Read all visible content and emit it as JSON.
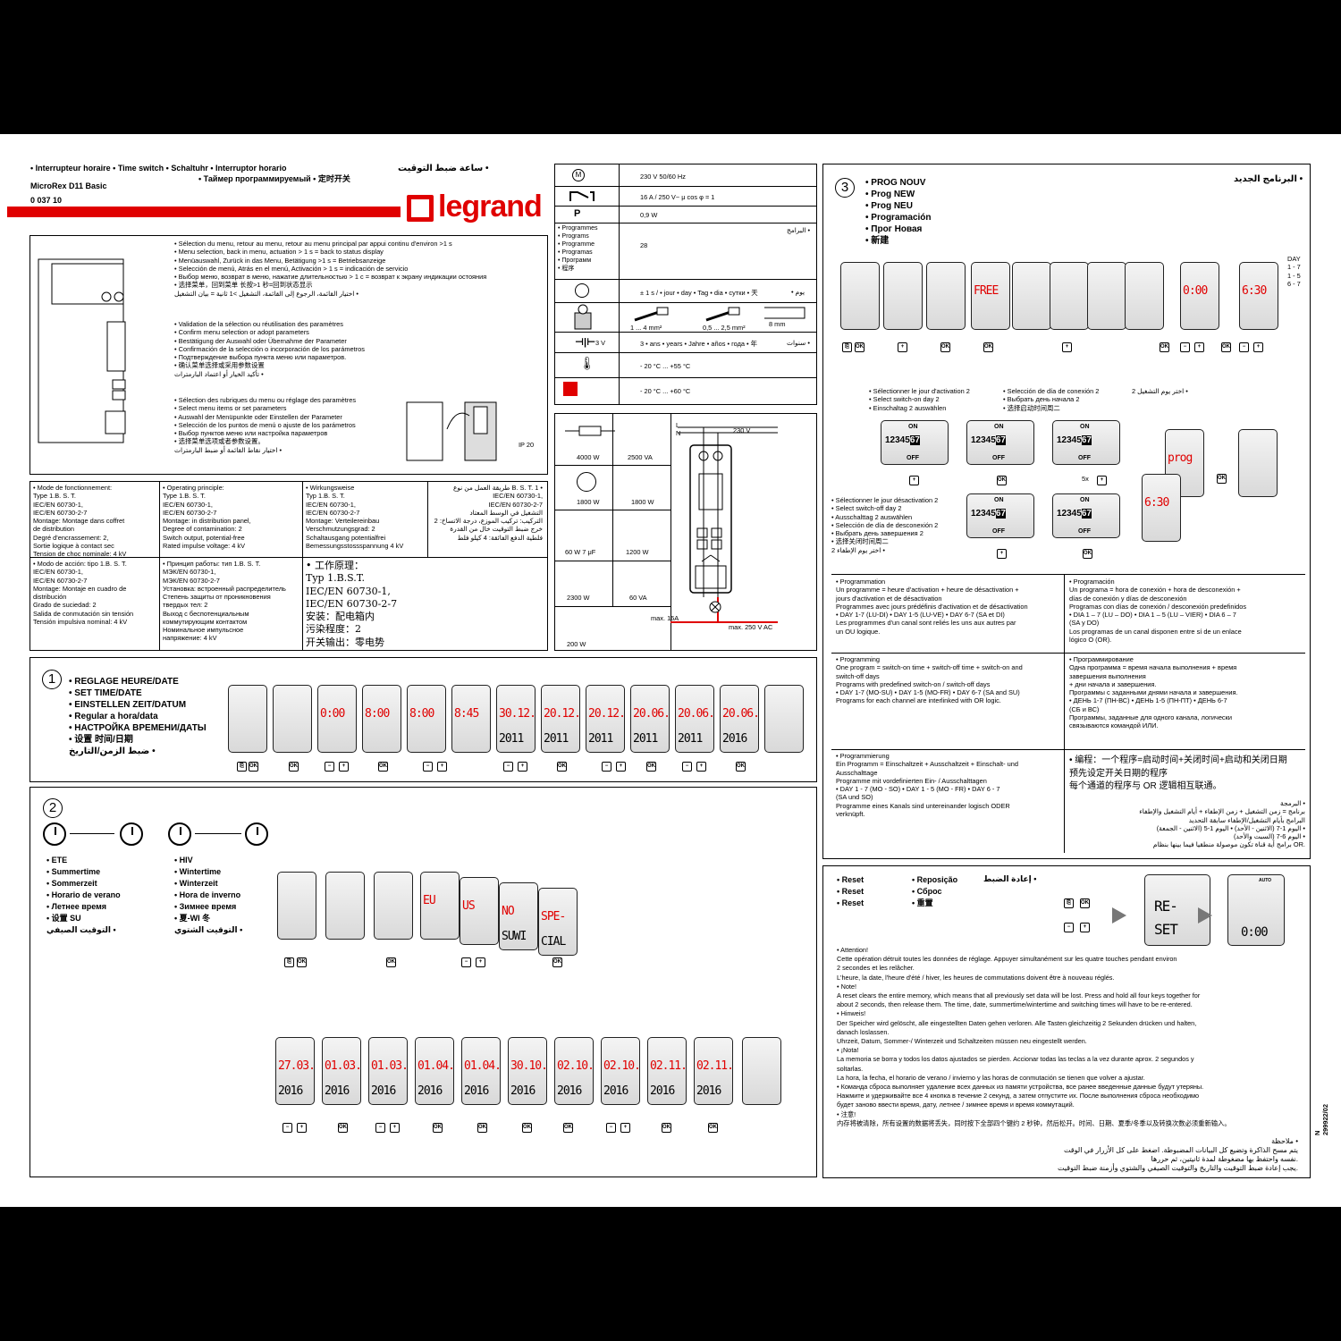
{
  "header": {
    "titles_line1": "• Interrupteur horaire   • Time switch   • Schaltuhr   • Interruptor horario",
    "titles_line2": "• Таймер программируемый   • 定时开关",
    "titles_arabic": "ساعة ضبط التوقيت •",
    "model": "MicroRex D11 Basic",
    "ref": "0 037 10",
    "brand": "legrand"
  },
  "intro": {
    "menu_select": "• Sélection du menu, retour au menu, retour au menu principal par appui continu d'environ >1 s\n• Menu selection, back in menu, actuation > 1 s = back to status display\n• Menüauswahl, Zurück in das Menu, Betätigung >1 s = Betriebsanzeige\n• Selección de menú, Atrás en el menú, Activación > 1 s = indicación de servicio\n• Выбор меню, возврат в меню, нажатие длительностью > 1 с = возврат к экрану индикации остояния\n• 选择菜单，回到菜单 长按>1 秒=回到状态显示\nاختيار القائمة، الرجوع إلى القائمة، التشغيل >1 ثانية = بيان التشغيل •",
    "menu_confirm": "• Validation de la sélection ou réutilisation des paramètres\n• Confirm menu selection or adopt parameters\n• Bestätigung der Auswahl oder Übernahme der Parameter\n• Confirmación de la selección o incorporación de los parámetros\n• Подтверждение выбора пункта меню или параметров.\n• 确认菜单选择或采用参数设置\nتأكيد الخيار أو اعتماد البارمترات •",
    "menu_items": "• Sélection des rubriques du menu ou réglage des paramètres\n• Select menu items or set parameters\n• Auswahl der Menüpunkte oder Einstellen der Parameter\n• Selección de los puntos de menú o ajuste de los parámetros\n• Выбор пунктов меню или настройка параметров\n• 选择菜单选项或者参数设置。\nاختيار نقاط القائمة أو ضبط البارمترات •",
    "ip": "IP 20"
  },
  "modes": {
    "fr": "• Mode de fonctionnement:\n  Type 1.B. S. T.\n  IEC/EN 60730-1,\n  IEC/EN 60730-2-7\n  Montage: Montage dans coffret\n  de distribution\n  Degré d'encrassement: 2,\n  Sortie logique à contact sec\n  Tension de choc nominale: 4 kV",
    "en": "• Operating principle:\n  Type 1.B. S. T.\n  IEC/EN 60730-1,\n  IEC/EN 60730-2-7\n  Montage: in distribution panel,\n  Degree of contamination: 2\n  Switch output, potential-free\n  Rated impulse voltage: 4 kV",
    "de": "• Wirkungsweise\n  Typ 1.B. S. T.\n  IEC/EN 60730-1,\n  IEC/EN 60730-2-7\n  Montage: Verteilereinbau\n  Verschmutzungsgrad: 2\n  Schaltausgang potentialfrei\n  Bemessungsstossspannung 4 kV",
    "ar": "طريقة العمل من نوع B. S. T. 1 •\nIEC/EN 60730-1,\nIEC/EN 60730-2-7\nالتشغيل في الوسط المعتاد\nالتركيب: تركيب الموزع، درجة الاتساخ: 2\nخرج ضبط التوقيت خال من القدرة\nفلطية الدفع الفائقة: 4 كيلو فلط",
    "es": "• Modo de acción: tipo 1.B. S. T.\n  IEC/EN 60730-1,\n  IEC/EN 60730-2-7\n  Montage: Montaje en cuadro de\n  distribución\n  Grado de suciedad: 2\n  Salida de conmutación sin tensión\n  Tensión impulsiva nominal: 4 kV",
    "ru": "• Принцип работы: тип 1.B. S. T.\n  МЭК/EN 60730-1,\n  МЭК/EN 60730-2-7\n  Установка: встроенный распределитель\n  Степень защиты от проникновения\n  твердых тел: 2\n  Выход с беспотенциальным\n  коммутирующим контактом\n  Номинальное импульсное\n  напряжение: 4 kV",
    "zh": "• 工作原理：\n  Typ 1.B.S.T.\n  IEC/EN 60730-1,\n  IEC/EN 60730-2-7\n  安装：配电箱内\n  污染程度：2\n  开关输出：零电势"
  },
  "specs": {
    "supply": "230 V 50/60 Hz",
    "contact": "16 A / 250 V~ μ cos φ = 1",
    "p_label": "P",
    "power": "0,9 W",
    "programmes_label": "• Programmes\n• Programs\n• Programme\n• Programas\n• Программ\n• 程序",
    "programmes_ar": "البرامج •",
    "programmes": "28",
    "accuracy": "± 1 s / • jour • day • Tag • dia • сутки • 天",
    "accuracy_ar": "• يوم",
    "wire1": "1 ... 4 mm²",
    "wire2": "0,5 ... 2,5 mm²",
    "strip": "8 mm",
    "battery_v": "3 V",
    "reserve": "3 • ans • years • Jahre • años • года • 年",
    "reserve_ar": "سنوات •",
    "temp_op": "- 20 °C ... +55 °C",
    "temp_st": "- 20 °C ... +60 °C"
  },
  "loads": {
    "r1": "4000 W",
    "r2": "2500 VA",
    "r3": "1800 W",
    "r4": "1800 W",
    "r5": "60 W  7 μF",
    "r6": "1200 W",
    "r7": "2300 W",
    "r8": "60 VA",
    "r9": "200 W",
    "mains": "230 V",
    "l": "L",
    "n": "N",
    "fuse": "max. 16A",
    "lamp": "max. 250 V AC"
  },
  "section1": {
    "num": "1",
    "titles": "• REGLAGE HEURE/DATE\n• SET  TIME/DATE\n• EINSTELLEN  ZEIT/DATUM\n• Regular a hora/data\n• НАСТРОЙКА ВРЕМЕНИ/ДАТЫ\n• 设置  时间/日期\nضبط الزمن/التاريخ •",
    "displays": [
      "",
      "",
      "0:00",
      "8:00",
      "8:00",
      "8:45",
      "30.12.",
      "20.12.",
      "20.12.",
      "20.06.",
      "20.06.",
      "20.06.",
      ""
    ],
    "years": [
      "",
      "",
      "",
      "",
      "",
      "",
      "2011",
      "2011",
      "2011",
      "2011",
      "2011",
      "2016",
      ""
    ]
  },
  "section2": {
    "num": "2",
    "summer": "• ETE\n• Summertime\n• Sommerzeit\n• Horario de verano\n• Летнее время\n• 设置 SU\nالتوقيت الصيفي •",
    "winter": "• HIV\n• Wintertime\n• Winterzeit\n• Hora de inverno\n• Зимнее время\n• 夏-WI 冬\nالتوقيت الشتوي •",
    "modes": [
      "EU",
      "US",
      "NO",
      "SPE-"
    ],
    "row2": [
      "27.03.",
      "01.03.",
      "01.03.",
      "01.04.",
      "01.04.",
      "30.10.",
      "02.10.",
      "02.10.",
      "02.11.",
      "02.11."
    ],
    "su": "SU",
    "wi": "WI"
  },
  "section3": {
    "num": "3",
    "titles": "• PROG  NOUV\n• Prog  NEW\n• Prog  NEU\n• Programación\n• Прог Новая\n• 新建",
    "title_ar": "البرنامج الجديد •",
    "day_opts": "DAY\n1 - 7\n1 - 5\n6 - 7",
    "day2_on": "• Sélectionner le jour d'activation 2\n• Select switch-on day 2\n• Einschaltag 2 auswählen",
    "day2_on_es": "• Selección de día de conexión 2\n• Выбрать день начала 2\n• 选择启动时间周二",
    "day2_on_ar": "اختر يوم التشغيل 2 •",
    "day2_off": "• Sélectionner le jour désactivation 2\n• Select switch-off day 2\n• Ausschalttag 2 auswählen\n• Selección de día de desconexión 2\n• Выбрать день завершения 2\n• 选择关闭时间周二\nاختر يوم الإطفاء 2 •",
    "times5x": "5x",
    "free": "FREE",
    "prog_fr": "• Programmation\n  Un programme = heure d'activation + heure de désactivation +\n  jours d'activation et de désactivation\n  Programmes avec jours prédéfinis d'activation et de désactivation\n  • DAY 1-7 (LU-DI) • DAY 1-5 (LU-VE) • DAY 6-7 (SA et DI)\n  Les programmes d'un canal sont reliés les uns aux autres par\n  un OU logique.",
    "prog_es": "• Programación\n  Un programa = hora de conexión + hora de desconexión +\n  días de conexión y días de desconexión\n  Programas con días de conexión / desconexión predefinidos\n  • DIA 1 – 7 (LU – DO) • DIA 1 – 5 (LU – VIER) • DIA 6 – 7\n  (SA y DO)\n  Los programas de un canal disponen entre sí de un enlace\n  lógico O (OR).",
    "prog_en": "• Programming\n  One program = switch-on time + switch-off time + switch-on and\n  switch-off days\n  Programs with predefined switch-on / switch-off days\n  • DAY 1-7 (MO-SU) • DAY 1-5 (MO-FR) • DAY 6-7 (SA and SU)\n  Programs for each channel are interlinked with OR logic.",
    "prog_ru": "• Программирование\n  Одна программа = время начала выполнения + время\n  завершения выполнения\n  + дни начала и завершения.\n  Программы с заданными днями начала и завершения.\n  • ДЕНЬ 1-7 (ПН-ВС) • ДЕНЬ 1-5 (ПН-ПТ) • ДЕНЬ 6-7\n  (СБ и ВС)\n  Программы, заданные для одного канала, логически\n  связываются командой ИЛИ.",
    "prog_de": "• Programmierung\n  Ein Programm = Einschaltzeit + Ausschaltzeit + Einschalt- und\n  Ausschalttage\n  Programme mit vordefinierten Ein- / Ausschalttagen\n  • DAY 1 - 7 (MO - SO) • DAY 1 - 5 (MO - FR) • DAY 6 - 7\n  (SA und SO)\n  Programme eines Kanals sind untereinander logisch ODER\n  verknüpft.",
    "prog_zh": "• 编程：一个程序=启动时间+关闭时间+启动和关闭日期\n  预先设定开关日期的程序\n  每个通道的程序与 OR 逻辑相互联通。",
    "prog_ar": "البرمجة •\nبرنامج = زمن التشغيل + زمن الإطفاء + أيام التشغيل والإطفاء\nالبرامج بأيام التشغيل/الإطفاء سابقة التحديد\nاليوم 1-7 (الاثنين - الأحد) • اليوم 1-5 (الاثنين - الجمعة) •\nاليوم 6-7 (السبت والأحد) •\nبرامج أية قناة تكون موصولة منطقيا فيما بينها بنظام OR."
  },
  "reset": {
    "titles": "• Reset\n• Reset\n• Reset",
    "titles2": "• Reposição\n• Сброс\n• 重置",
    "title_ar": "إعادة الضبط •",
    "disp1": "RE-\nSET",
    "disp2": "0:00",
    "auto": "AUTO",
    "text": "• Attention!\n  Cette opération détruit  toutes les données de réglage. Appuyer simultanément sur les quatre touches pendant environ\n  2 secondes et les relâcher.\n  L'heure, la date, l'heure d'été / hiver, les heures de commutations doivent être à nouveau réglés.\n• Note!\n  A reset clears the entire memory, which means that all previously set data will be lost. Press and hold all four keys together for\n  about 2 seconds, then release them. The time, date, summertime/wintertime and switching times will have to be re-entered.\n• Hinweis!\n  Der Speicher wird gelöscht, alle eingestellten Daten gehen verloren. Alle Tasten gleichzeitig 2 Sekunden drücken und halten,\n  danach loslassen.\n  Uhrzeit, Datum, Sommer-/ Winterzeit und Schaltzeiten müssen neu eingestellt werden.\n• ¡Nota!\n  La memoria se borra y todos los datos ajustados se pierden. Accionar todas las teclas a la vez durante aprox. 2 segundos y\n  soltarlas.\n  La hora, la fecha, el horario de verano / invierno y las horas de conmutación se tienen que volver a ajustar.\n• Команда сброса выполняет удаление всех данных из памяти устройства, все ранее введенные данные будут утеряны.\n  Нажмите и удерживайте все 4 кнопка в течение 2 секунд, а затем отпустите их. После выполнения сброса необходимо\n  будет заново ввести время, дату, летнее /  зимнее время и время коммутаций.\n• 注意!\n  内存将被清除，所有设置的数据将丢失，同时按下全部四个键约 2 秒钟，然后松开。时间、日期、夏季/冬季以及转换次数必须重新输入。",
    "text_ar": "ملاحظة •\nيتم مسح الذاكرة وتضيع كل البيانات المضبوطة. اضغط على كل الأزرار في الوقت\nنفسه واحتفظ بها مضغوطة لمدة ثانيتين، ثم حررها.\nيجب إعادة ضبط التوقيت والتاريخ والتوقيت الصيفي والشتوي وأزمنة ضبط التوقيت.",
    "docref": "N 299922/02"
  },
  "colors": {
    "accent": "#e00000",
    "lcd": "#e4e4e4"
  }
}
